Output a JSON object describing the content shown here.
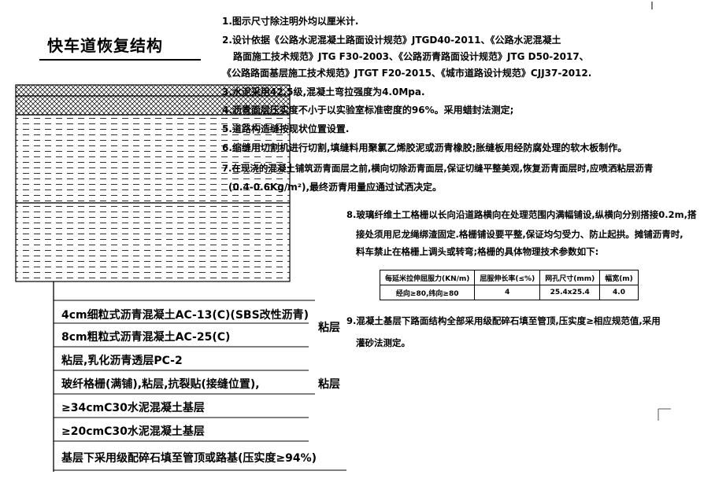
{
  "title": "快车道恢复结构",
  "notes": [
    "1.图示尺寸除注明外均以厘米计.",
    "2.设计依据《公路水泥混凝土路面设计规范》JTGD40-2011、《公路水泥混凝土",
    "路面施工技术规范》JTG F30-2003、《公路沥青路面设计规范》JTG D50-2017、",
    "《公路路面基层施工技术规范》JTGT F20-2015、《城市道路设计规范》CJJ37-2012.",
    "3.水泥采用42.5级,混凝土弯拉强度为4.0Mpa.",
    "4.沥青面层压实度不小于以实验室标准密度的96%。采用蜡封法测定;",
    "5.道路构造缝按现状位置设置.",
    "6.缩缝用切割机进行切割,填缝料用聚氯乙烯胶泥或沥青橡胶;胀缝板用经防腐处理的软木板制作。",
    "7.在现浇的混凝土铺筑沥青面层之前,横向切除沥青面层,保证切缝平整美观,恢复沥青面层时,应喷洒粘层沥青",
    "(0.4-0.6Kg/m²),最终沥青用量应通过试洒决定。",
    "8.玻璃纤维土工格栅以长向沿道路横向在处理范围内满幅铺设,纵横向分别搭接0.2m,搭",
    "接处须用尼龙绳绑渣固定.格栅铺设要平整,保证均匀受力、防止起拱。摊铺沥青时,",
    "料车禁止在格栅上调头或转弯;格栅的具体物理技术参数如下:",
    "9.混凝土基层下路面结构全部采用级配碎石填至管顶,压实度≥相应规范值,采用",
    "灌砂法测定。"
  ],
  "spec_table": {
    "headers": [
      "每延米拉伸屈服力(KN/m)",
      "屈服伸长率(≤%)",
      "网孔尺寸(mm)",
      "幅宽(m)"
    ],
    "row": [
      "经向≥80,纬向≥80",
      "4",
      "25.4x25.4",
      "4.0"
    ]
  },
  "layers": [
    "4cm细粒式沥青混凝土AC-13(C)(SBS改性沥青)",
    "8cm粗粒式沥青混凝土AC-25(C)",
    "粘层,乳化沥青透层PC-2",
    "玻纤格栅(满铺),粘层,抗裂贴(接缝位置),",
    "≥34cmC30水泥混凝土基层",
    "≥20cmC30水泥混凝土基层",
    "基层下采用级配碎石填至管顶或路基(压实度≥94%)"
  ],
  "side_labels": {
    "top": "粘层",
    "grid": "粘层"
  }
}
